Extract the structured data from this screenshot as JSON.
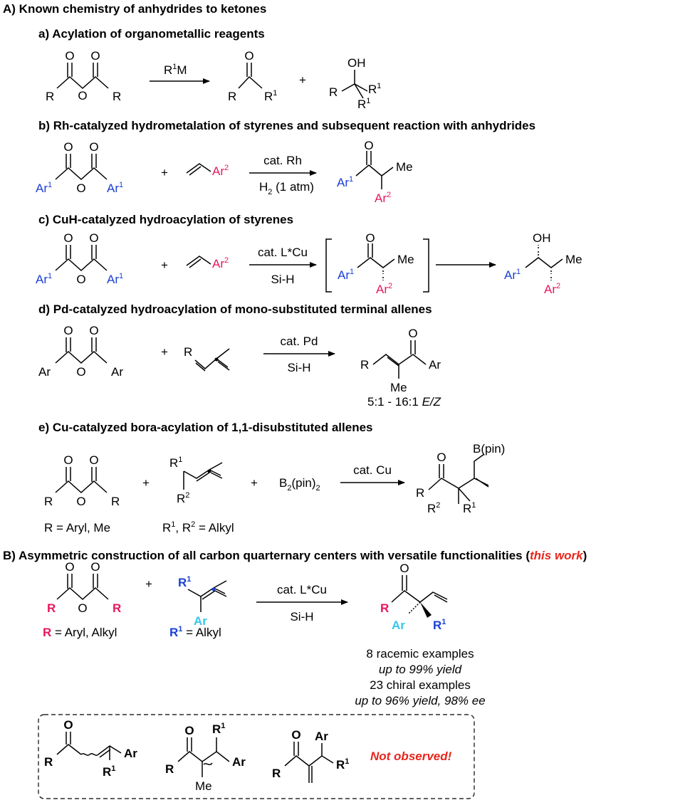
{
  "colors": {
    "blue": "#1a3fd6",
    "pink": "#e8175d",
    "cyan": "#39c6ea",
    "red": "#e8261c",
    "black": "#000000"
  },
  "section_a": {
    "title": "A) Known chemistry of anhydrides to ketones",
    "a": {
      "title": "a) Acylation of organometallic reagents",
      "reagent": "R",
      "reagent_sup": "1",
      "reagent_tail": "M",
      "plus": "+"
    },
    "b": {
      "title": "b) Rh-catalyzed hydrometalation of styrenes and subsequent reaction with anhydrides",
      "cond_top": "cat. Rh",
      "cond_bottom": "H",
      "cond_bottom_sub": "2",
      "cond_bottom_tail": " (1 atm)",
      "plus": "+"
    },
    "c": {
      "title": "c) CuH-catalyzed hydroacylation of styrenes",
      "cond_top": "cat. L*Cu",
      "cond_bottom": "Si-H",
      "plus": "+"
    },
    "d": {
      "title": "d) Pd-catalyzed hydroacylation of mono-substituted terminal allenes",
      "cond_top": "cat. Pd",
      "cond_bottom": "Si-H",
      "ratio_prefix": "5:1 - 16:1 ",
      "ratio_ez": "E/Z",
      "plus": "+"
    },
    "e": {
      "title": "e) Cu-catalyzed bora-acylation of 1,1-disubstituted allenes",
      "cond_top": "cat. Cu",
      "boron": "B",
      "boron_sub": "2",
      "boron_tail": "(pin)",
      "boron_sub2": "2",
      "product_bpin": "B(pin)",
      "r_def": "R = Aryl, Me",
      "r12_def_a": "R",
      "r12_def_b": ", R",
      "r12_def_c": " = Alkyl",
      "plus": "+"
    }
  },
  "section_b": {
    "title_prefix": "B) Asymmetric construction of all carbon quarternary centers with versatile functionalities (",
    "title_highlight": "this work",
    "title_suffix": ")",
    "cond_top": "cat. L*Cu",
    "cond_bottom": "Si-H",
    "plus": "+",
    "r_def_r": "R",
    "r_def_tail": " = Aryl, Alkyl",
    "r1_def_r": "R",
    "r1_def_sup": "1",
    "r1_def_tail": " = Alkyl",
    "results": [
      "8 racemic examples",
      "up to 99% yield",
      "23 chiral examples",
      "up to 96% yield, 98% ee"
    ],
    "not_observed": "Not observed!"
  },
  "atoms": {
    "R": "R",
    "O": "O",
    "OH": "OH",
    "Ar": "Ar",
    "Me": "Me",
    "one": "1",
    "two": "2"
  }
}
